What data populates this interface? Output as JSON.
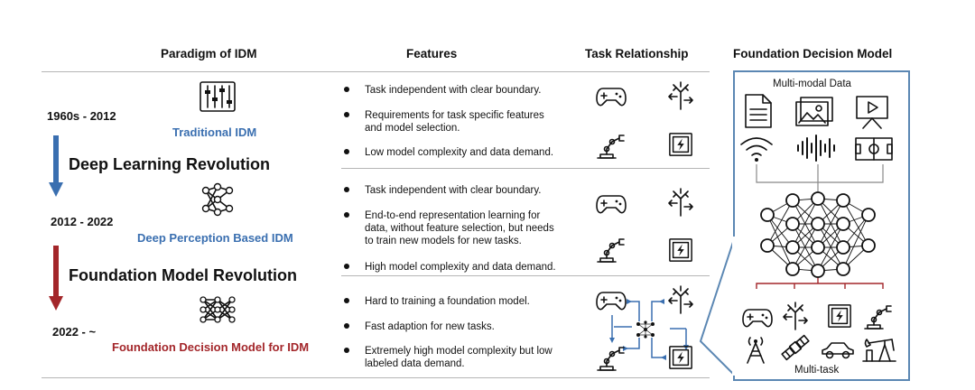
{
  "headers": {
    "paradigm": "Paradigm of IDM",
    "features": "Features",
    "task_relationship": "Task Relationship",
    "foundation": "Foundation Decision Model"
  },
  "eras": [
    {
      "years": "1960s - 2012",
      "label": "Traditional IDM"
    },
    {
      "years": "2012 - 2022",
      "label": "Deep Perception Based IDM"
    },
    {
      "years": "2022 - ~",
      "label": "Foundation Decision Model for IDM"
    }
  ],
  "revolutions": [
    "Deep Learning Revolution",
    "Foundation Model Revolution"
  ],
  "features": [
    [
      "Task independent with clear boundary.",
      "Requirements for task specific features\nand model selection.",
      "Low model complexity and data demand."
    ],
    [
      "Task independent with clear boundary.",
      "End-to-end representation learning for\ndata, without feature selection, but needs\nto train new models for new tasks.",
      "High model complexity and data demand."
    ],
    [
      "Hard to training a foundation model.",
      "Fast adaption for new tasks.",
      "Extremely high model complexity but low\nlabeled data demand."
    ]
  ],
  "fdm": {
    "input_label": "Multi-modal Data",
    "output_label": "Multi-task"
  },
  "colors": {
    "blue": "#3a6fb0",
    "red": "#a3262a",
    "box_border": "#5b87b3"
  },
  "icons": [
    "sliders-icon",
    "neural-net-icon",
    "gamepad-icon",
    "routing-icon",
    "robot-arm-icon",
    "power-panel-icon",
    "document-icon",
    "image-icon",
    "video-icon",
    "wifi-icon",
    "audio-wave-icon",
    "field-icon",
    "antenna-tower-icon",
    "satellite-icon",
    "car-icon",
    "oil-pump-icon"
  ]
}
